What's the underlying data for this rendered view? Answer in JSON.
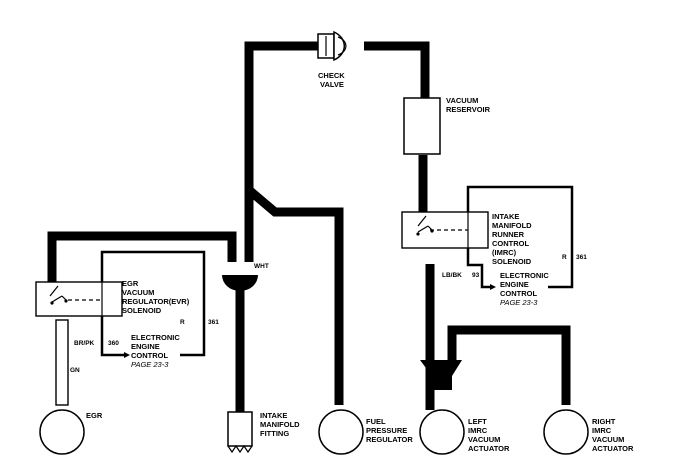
{
  "labels": {
    "check_valve": [
      "CHECK",
      "VALVE"
    ],
    "vacuum_reservoir": [
      "VACUUM",
      "RESERVOIR"
    ],
    "imrc_solenoid": [
      "INTAKE",
      "MANIFOLD",
      "RUNNER",
      "CONTROL",
      "(IMRC)",
      "SOLENOID"
    ],
    "egr_solenoid": [
      "EGR",
      "VACUUM",
      "REGULATOR(EVR)",
      "SOLENOID"
    ],
    "eec_left": [
      "ELECTRONIC",
      "ENGINE",
      "CONTROL"
    ],
    "eec_left_page": "PAGE 23-3",
    "eec_right": [
      "ELECTRONIC",
      "ENGINE",
      "CONTROL"
    ],
    "eec_right_page": "PAGE 23-3",
    "egr": "EGR",
    "intake_fitting": [
      "INTAKE",
      "MANIFOLD",
      "FITTING"
    ],
    "fuel_pressure_regulator": [
      "FUEL",
      "PRESSURE",
      "REGULATOR"
    ],
    "left_imrc_actuator": [
      "LEFT",
      "IMRC",
      "VACUUM",
      "ACTUATOR"
    ],
    "right_imrc_actuator": [
      "RIGHT",
      "IMRC",
      "VACUUM",
      "ACTUATOR"
    ]
  },
  "wires": {
    "wht": "WHT",
    "br_pk": "BR/PK",
    "w360": "360",
    "gn": "GN",
    "r_left": "R",
    "n361_left": "361",
    "lb_bk": "LB/BK",
    "w93": "93",
    "r_right": "R",
    "n361_right": "361"
  }
}
